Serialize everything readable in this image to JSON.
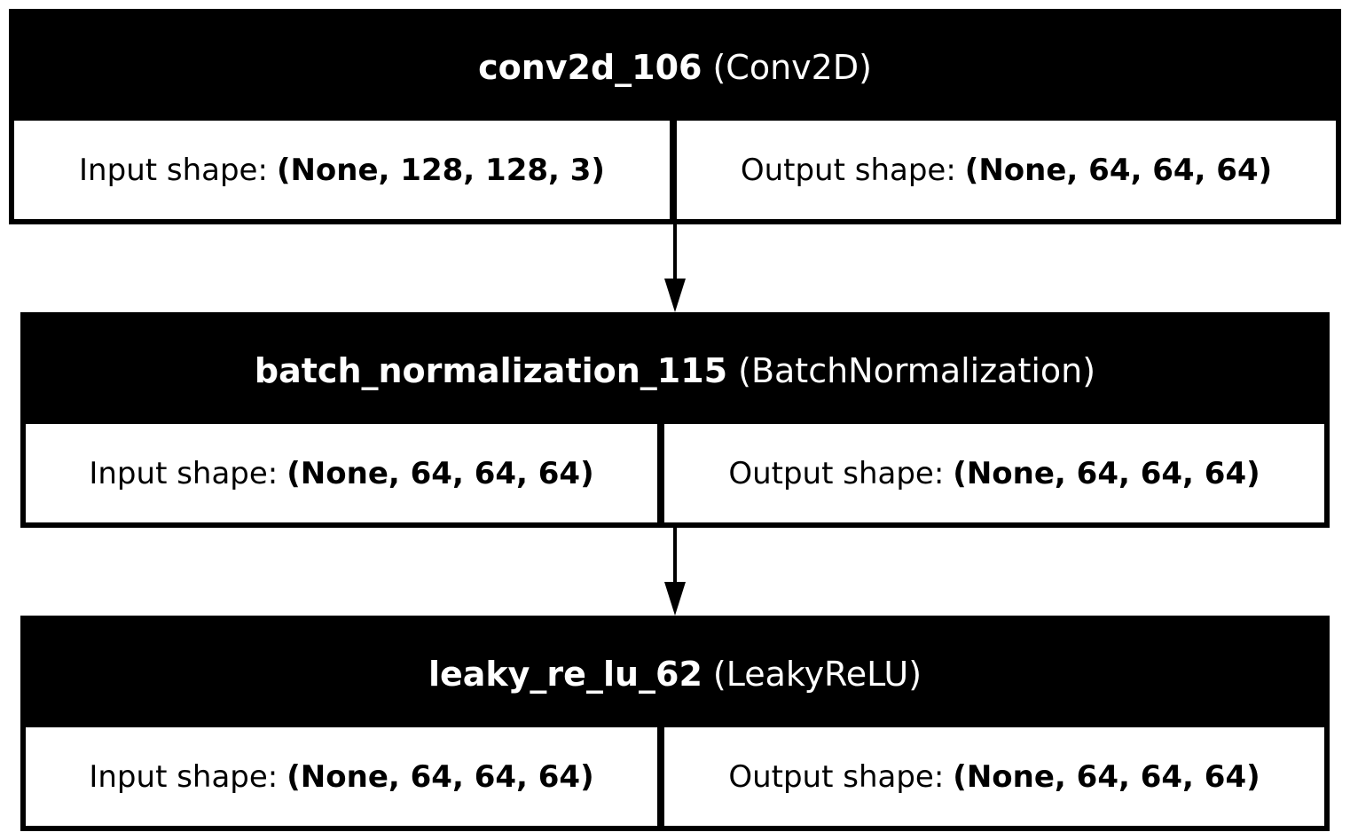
{
  "diagram": {
    "input_label": "Input shape:",
    "output_label": "Output shape:",
    "nodes": [
      {
        "name": "conv2d_106",
        "type": "(Conv2D)",
        "input_shape": "(None, 128, 128, 3)",
        "output_shape": "(None, 64, 64, 64)"
      },
      {
        "name": "batch_normalization_115",
        "type": "(BatchNormalization)",
        "input_shape": "(None, 64, 64, 64)",
        "output_shape": "(None, 64, 64, 64)"
      },
      {
        "name": "leaky_re_lu_62",
        "type": "(LeakyReLU)",
        "input_shape": "(None, 64, 64, 64)",
        "output_shape": "(None, 64, 64, 64)"
      }
    ],
    "edges": [
      {
        "from": "conv2d_106",
        "to": "batch_normalization_115"
      },
      {
        "from": "batch_normalization_115",
        "to": "leaky_re_lu_62"
      }
    ],
    "colors": {
      "header_bg": "#000000",
      "header_text": "#ffffff",
      "cell_bg": "#ffffff",
      "line": "#000000"
    }
  }
}
